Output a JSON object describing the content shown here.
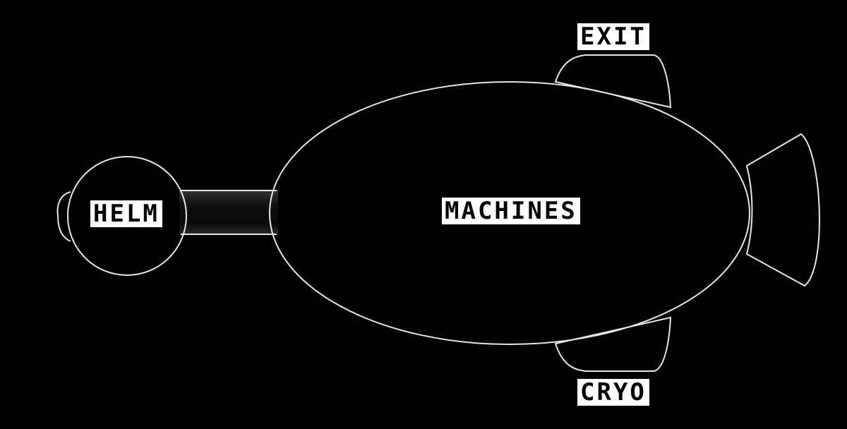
{
  "theme": {
    "background": "#000000",
    "hull_outline": "#e6e6e6",
    "hull_fill": "#0a0a0a",
    "hull_shade": "#2a2a2a",
    "label_background": "#ffffff",
    "label_text": "#000000"
  },
  "rooms": {
    "helm": {
      "label": "HELM"
    },
    "machines": {
      "label": "MACHINES"
    },
    "exit": {
      "label": "EXIT"
    },
    "cryo": {
      "label": "CRYO"
    }
  }
}
